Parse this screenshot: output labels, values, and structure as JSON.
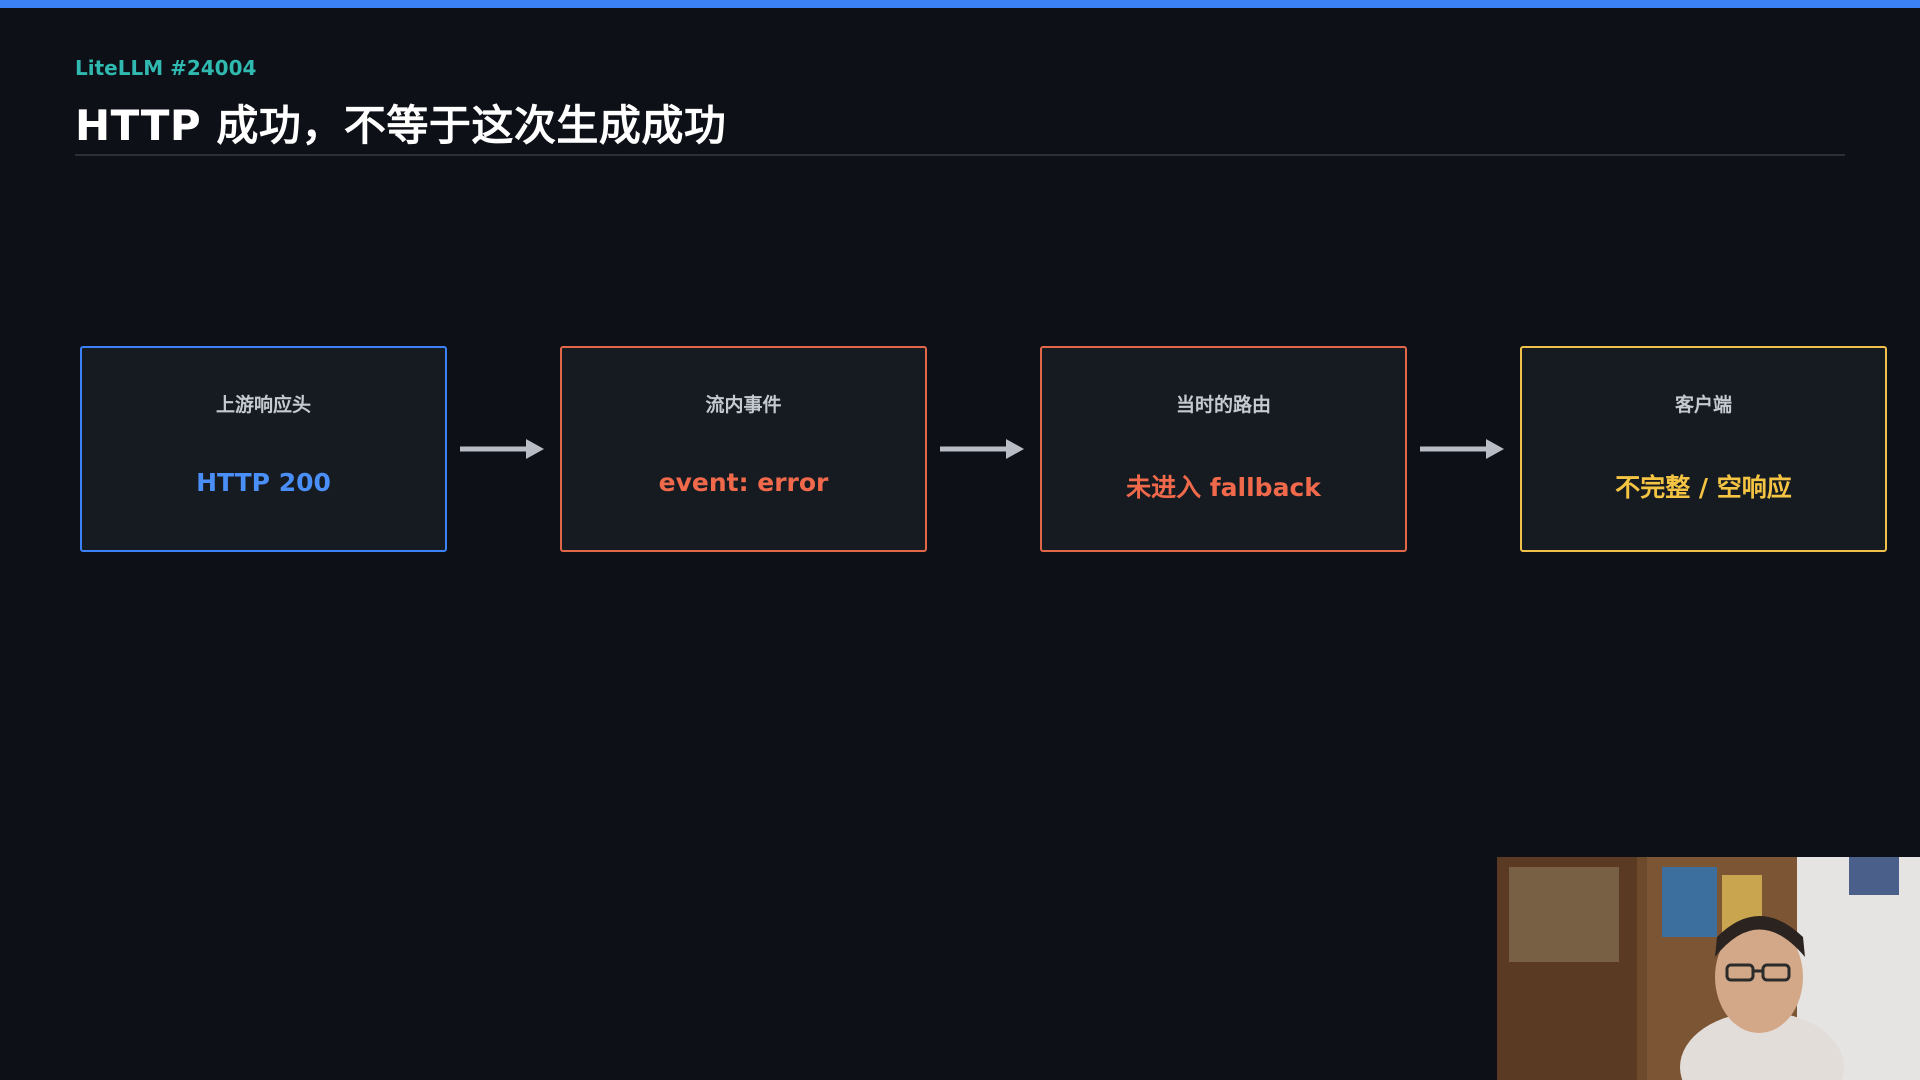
{
  "header": {
    "subtitle": "LiteLLM #24004",
    "title": "HTTP 成功，不等于这次生成成功"
  },
  "flow": {
    "steps": [
      {
        "label": "上游响应头",
        "value": "HTTP 200",
        "border_color": "#3b82f6",
        "value_color": "#4a8ff7"
      },
      {
        "label": "流内事件",
        "value": "event: error",
        "border_color": "#e2674a",
        "value_color": "#f0694b"
      },
      {
        "label": "当时的路由",
        "value": "未进入 fallback",
        "border_color": "#e2674a",
        "value_color": "#f0694b"
      },
      {
        "label": "客户端",
        "value": "不完整 / 空响应",
        "border_color": "#f0c14a",
        "value_color": "#f5c443"
      }
    ],
    "arrow_color": "#b8bcc4"
  },
  "colors": {
    "background": "#0d1017",
    "accent_bar": "#3b82f6",
    "subtitle": "#2fb9b0"
  }
}
